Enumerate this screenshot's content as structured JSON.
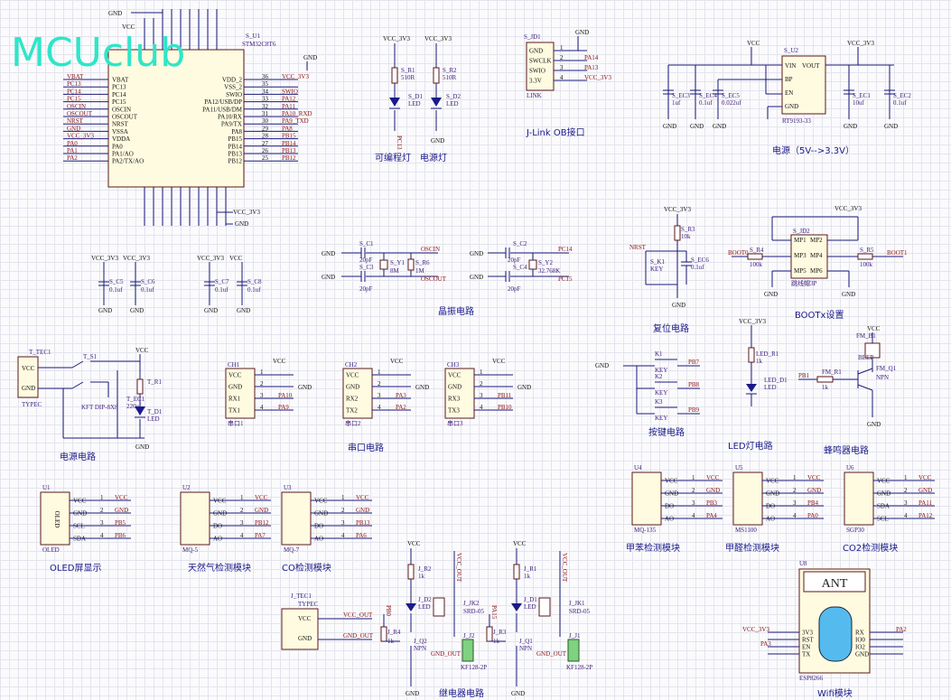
{
  "logo": "MCUclub",
  "captions": {
    "prog_led": "可编程灯",
    "power_led": "电源灯",
    "jlink": "J-Link OB接口",
    "power": "电源（5V-->3.3V）",
    "crystal": "晶振电路",
    "reset": "复位电路",
    "boot": "BOOTx设置",
    "power_circuit": "电源电路",
    "uart": "串口电路",
    "keys": "按键电路",
    "led": "LED灯电路",
    "buzzer": "蜂鸣器电路",
    "oled": "OLED屏显示",
    "gas": "天然气检测模块",
    "co": "CO检测模块",
    "hcho": "甲苯检测模块",
    "formaldehyde": "甲醛检测模块",
    "co2": "CO2检测模块",
    "relay": "继电器电路",
    "wifi": "Wifi模块"
  },
  "mcu": {
    "ref": "S_U1",
    "part": "STM32C8T6",
    "left_pins": [
      "VBAT",
      "PC13",
      "PC14",
      "PC15",
      "OSCIN",
      "OSCOUT",
      "NRST",
      "VSSA",
      "VDDA",
      "PA0",
      "PA1/AO",
      "PA2/TX/AO"
    ],
    "left_nets": [
      "VBAT",
      "PC13",
      "PC14",
      "PC15",
      "OSCIN",
      "OSCOUT",
      "NRST",
      "GND",
      "VCC_3V3",
      "PA0",
      "PA1",
      "PA2"
    ],
    "right_pins": [
      "VDD_2",
      "VSS_2",
      "SWIO",
      "PA12/USB/DP",
      "PA11/USB/DM",
      "PA10/RX",
      "PA9/TX",
      "PA8",
      "PB15",
      "PB14",
      "PB13",
      "PB12"
    ],
    "right_nums": [
      "36",
      "35",
      "34",
      "33",
      "32",
      "31",
      "30",
      "29",
      "28",
      "27",
      "26",
      "25"
    ],
    "right_nets": [
      "VCC_3V3",
      "",
      "SWIO",
      "PA12",
      "PA11",
      "PA10_RXD",
      "PA9_TXD",
      "PA8",
      "PB15",
      "PB14",
      "PB13",
      "PB12"
    ]
  },
  "nets": {
    "gnd": "GND",
    "vcc": "VCC",
    "vcc33": "VCC_3V3",
    "vcc_out": "VCC_OUT",
    "gnd_out": "GND_OUT"
  },
  "leds": {
    "d1": "S_D1",
    "d2": "S_D2",
    "r1": "S_R1",
    "r2": "S_R2",
    "r1v": "510R",
    "r2v": "510R",
    "led": "LED",
    "pc13": "PC13"
  },
  "jlink": {
    "ref": "S_JD1",
    "pins": [
      "GND",
      "SWCLK",
      "SWIO",
      "3.3V"
    ],
    "nets": [
      "",
      "PA14",
      "PA13",
      "VCC_3V3"
    ],
    "label": "LINK"
  },
  "regulator": {
    "ref": "S_U2",
    "pins_left": [
      "VIN",
      "BP",
      "EN",
      "GND"
    ],
    "pins_right": [
      "VOUT"
    ],
    "part": "RT9193-33",
    "caps": [
      "S_EC3",
      "S_EC4",
      "S_EC5",
      "S_EC1",
      "S_EC2"
    ],
    "capv": [
      "1uf",
      "0.1uf",
      "0.022uf",
      "10uf",
      "0.1uf"
    ]
  },
  "decoupling": {
    "caps": [
      "S_C5",
      "S_C6",
      "S_C7",
      "S_C8"
    ],
    "vals": [
      "0.1uf",
      "0.1uf",
      "0.1uf",
      "0.1uf"
    ]
  },
  "crystal": {
    "c1": "S_C1",
    "c2": "S_C2",
    "c3": "S_C3",
    "c4": "S_C4",
    "y1": "S_Y1",
    "y2": "S_Y2",
    "r6": "S_R6",
    "v20": "20pF",
    "f8": "8M",
    "f32": "32.768K",
    "r1m": "1M",
    "oscin": "OSCIN",
    "oscout": "OSCOUT",
    "pc14": "PC14",
    "pc15": "PC15"
  },
  "reset": {
    "r3": "S_R3",
    "r10k": "10k",
    "k1": "S_K1",
    "key": "KEY",
    "ec6": "S_EC6",
    "ec6v": "0.1uf",
    "nrst": "NRST"
  },
  "boot": {
    "ref": "S_JD2",
    "pins": [
      "MP1",
      "MP2",
      "MP3",
      "MP4",
      "MP5",
      "MP6"
    ],
    "r4": "S_R4",
    "r5": "S_R5",
    "rv": "100k",
    "b0": "BOOT0",
    "b1": "BOOT1",
    "label": "跳线帽3P"
  },
  "power_in": {
    "ref": "T_TEC1",
    "type": "TYPEC",
    "pins": [
      "VCC",
      "GND"
    ],
    "sw": "T_S1",
    "swpart": "KFT DIP-8X8",
    "r1": "T_R1",
    "ec1": "T_EC1",
    "ec1v": "220uf",
    "d1": "T_D1"
  },
  "uarts": [
    {
      "ref": "CH1",
      "pins": [
        "VCC",
        "GND",
        "RX1",
        "TX1"
      ],
      "nets": [
        "",
        "",
        "PA10",
        "PA9"
      ],
      "part": "串口1"
    },
    {
      "ref": "CH2",
      "pins": [
        "VCC",
        "GND",
        "RX2",
        "TX2"
      ],
      "nets": [
        "",
        "",
        "PA3",
        "PA2"
      ],
      "part": "串口2"
    },
    {
      "ref": "CH3",
      "pins": [
        "VCC",
        "GND",
        "RX3",
        "TX3"
      ],
      "nets": [
        "",
        "",
        "PB11",
        "PB10"
      ],
      "part": "串口3"
    }
  ],
  "keys": {
    "refs": [
      "K1",
      "K2",
      "K3"
    ],
    "nets": [
      "PB7",
      "PB8",
      "PB9"
    ],
    "label": "KEY"
  },
  "ledc": {
    "r": "LED_R1",
    "rv": "1k",
    "d": "LED_D1",
    "led": "LED",
    "vcc": "VCC_3V3"
  },
  "buzzer": {
    "b": "FM_B1",
    "bv": "BEEP",
    "r": "FM_R1",
    "rv": "1k",
    "q": "FM_Q1",
    "qv": "NPN",
    "net": "PB1"
  },
  "modules": [
    {
      "ref": "U1",
      "name": "OLED",
      "pins": [
        "VCC",
        "GND",
        "SCL",
        "SDA"
      ],
      "nets": [
        "VCC",
        "GND",
        "PB5",
        "PB6"
      ],
      "part": "OLED"
    },
    {
      "ref": "U2",
      "name": "",
      "pins": [
        "VCC",
        "GND",
        "DO",
        "AO"
      ],
      "nets": [
        "VCC",
        "GND",
        "PB12",
        "PA7"
      ],
      "part": "MQ-5"
    },
    {
      "ref": "U3",
      "name": "",
      "pins": [
        "VCC",
        "GND",
        "DO",
        "AO"
      ],
      "nets": [
        "VCC",
        "GND",
        "PB13",
        "PA6"
      ],
      "part": "MQ-7"
    },
    {
      "ref": "U4",
      "name": "",
      "pins": [
        "VCC",
        "GND",
        "DO",
        "AO"
      ],
      "nets": [
        "VCC",
        "GND",
        "PB3",
        "PA4"
      ],
      "part": "MQ-135"
    },
    {
      "ref": "U5",
      "name": "",
      "pins": [
        "VCC",
        "GND",
        "DO",
        "AO"
      ],
      "nets": [
        "VCC",
        "GND",
        "PB4",
        "PA0"
      ],
      "part": "MS1100"
    },
    {
      "ref": "U6",
      "name": "",
      "pins": [
        "VCC",
        "GND",
        "SDA",
        "SCL"
      ],
      "nets": [
        "VCC",
        "GND",
        "PA11",
        "PA12"
      ],
      "part": "SGP30"
    }
  ],
  "out_conn": {
    "ref": "J_TEC1",
    "type": "TYPEC",
    "pins": [
      "VCC",
      "GND"
    ]
  },
  "relays": [
    {
      "r_top": "J_R2",
      "r_bot": "J_R4",
      "d": "J_D2",
      "q": "J_Q2",
      "k": "J_JK2",
      "j": "J_J2",
      "net": "PB0",
      "part": "SRD-05",
      "conn": "KF128-2P"
    },
    {
      "r_top": "J_R1",
      "r_bot": "J_R3",
      "d": "J_D1",
      "q": "J_Q1",
      "k": "J_JK1",
      "j": "J_J1",
      "net": "PA15",
      "part": "SRD-05",
      "conn": "KF128-2P"
    }
  ],
  "wifi": {
    "ref": "U8",
    "ant": "ANT",
    "pins_l": [
      "3V3",
      "RST",
      "EN",
      "TX"
    ],
    "pins_r": [
      "RX",
      "IO0",
      "IO2",
      "GND"
    ],
    "part": "ESP8266",
    "nets_l": [
      "VCC_3V3",
      "",
      "PA3",
      ""
    ],
    "nets_r": [
      "PA2",
      "",
      "",
      ""
    ]
  }
}
